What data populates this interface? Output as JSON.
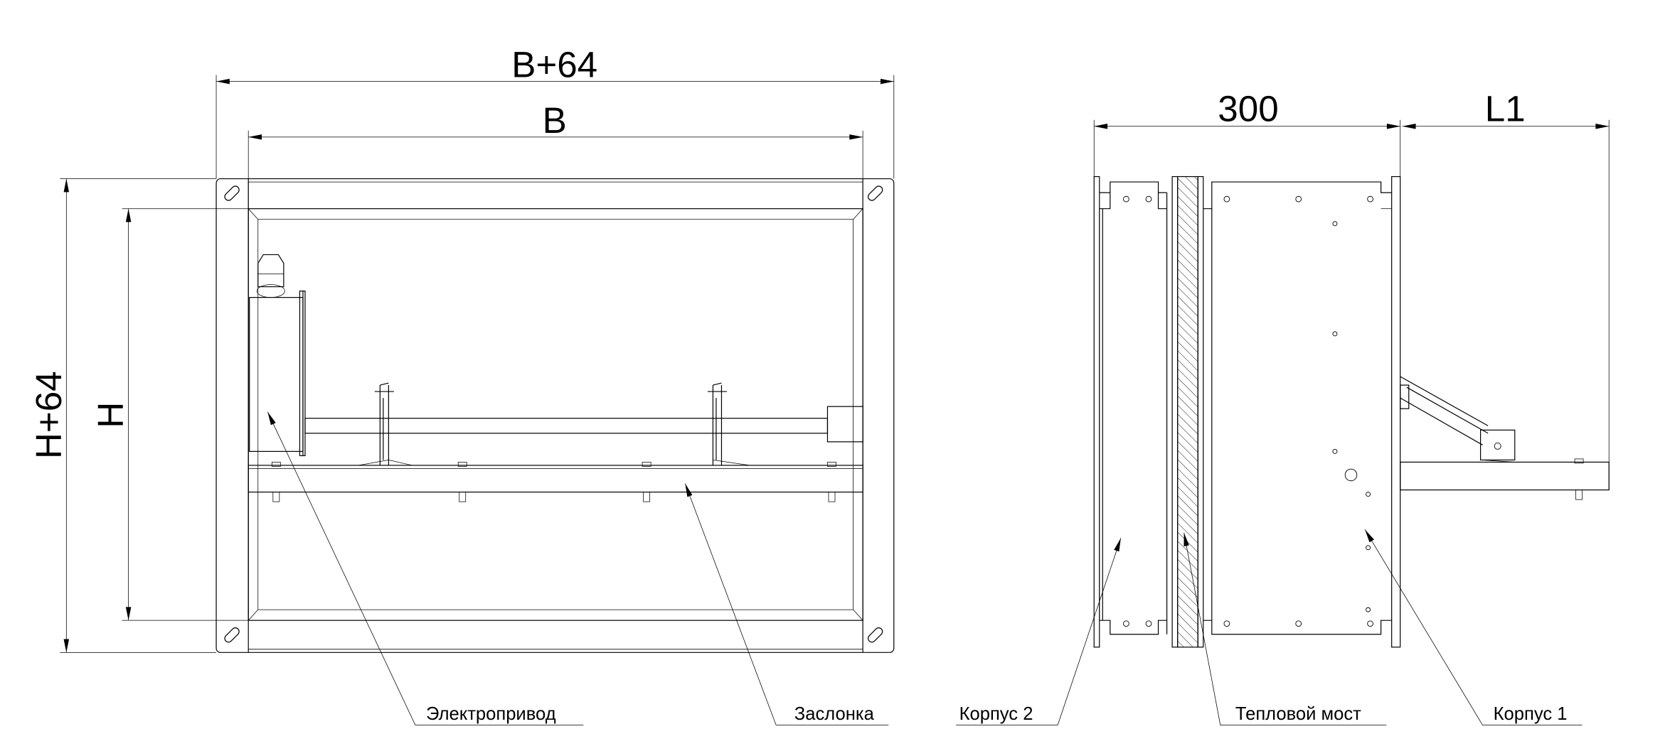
{
  "front_view": {
    "dimensions": {
      "outer_width": "B+64",
      "inner_width": "B",
      "outer_height": "H+64",
      "inner_height": "H"
    },
    "callouts": {
      "actuator": "Электропривод",
      "damper": "Заслонка"
    }
  },
  "side_view": {
    "dimensions": {
      "length": "300",
      "actuator_length": "L1"
    },
    "callouts": {
      "housing_2": "Корпус 2",
      "thermal_bridge": "Тепловой мост",
      "housing_1": "Корпус 1"
    }
  }
}
